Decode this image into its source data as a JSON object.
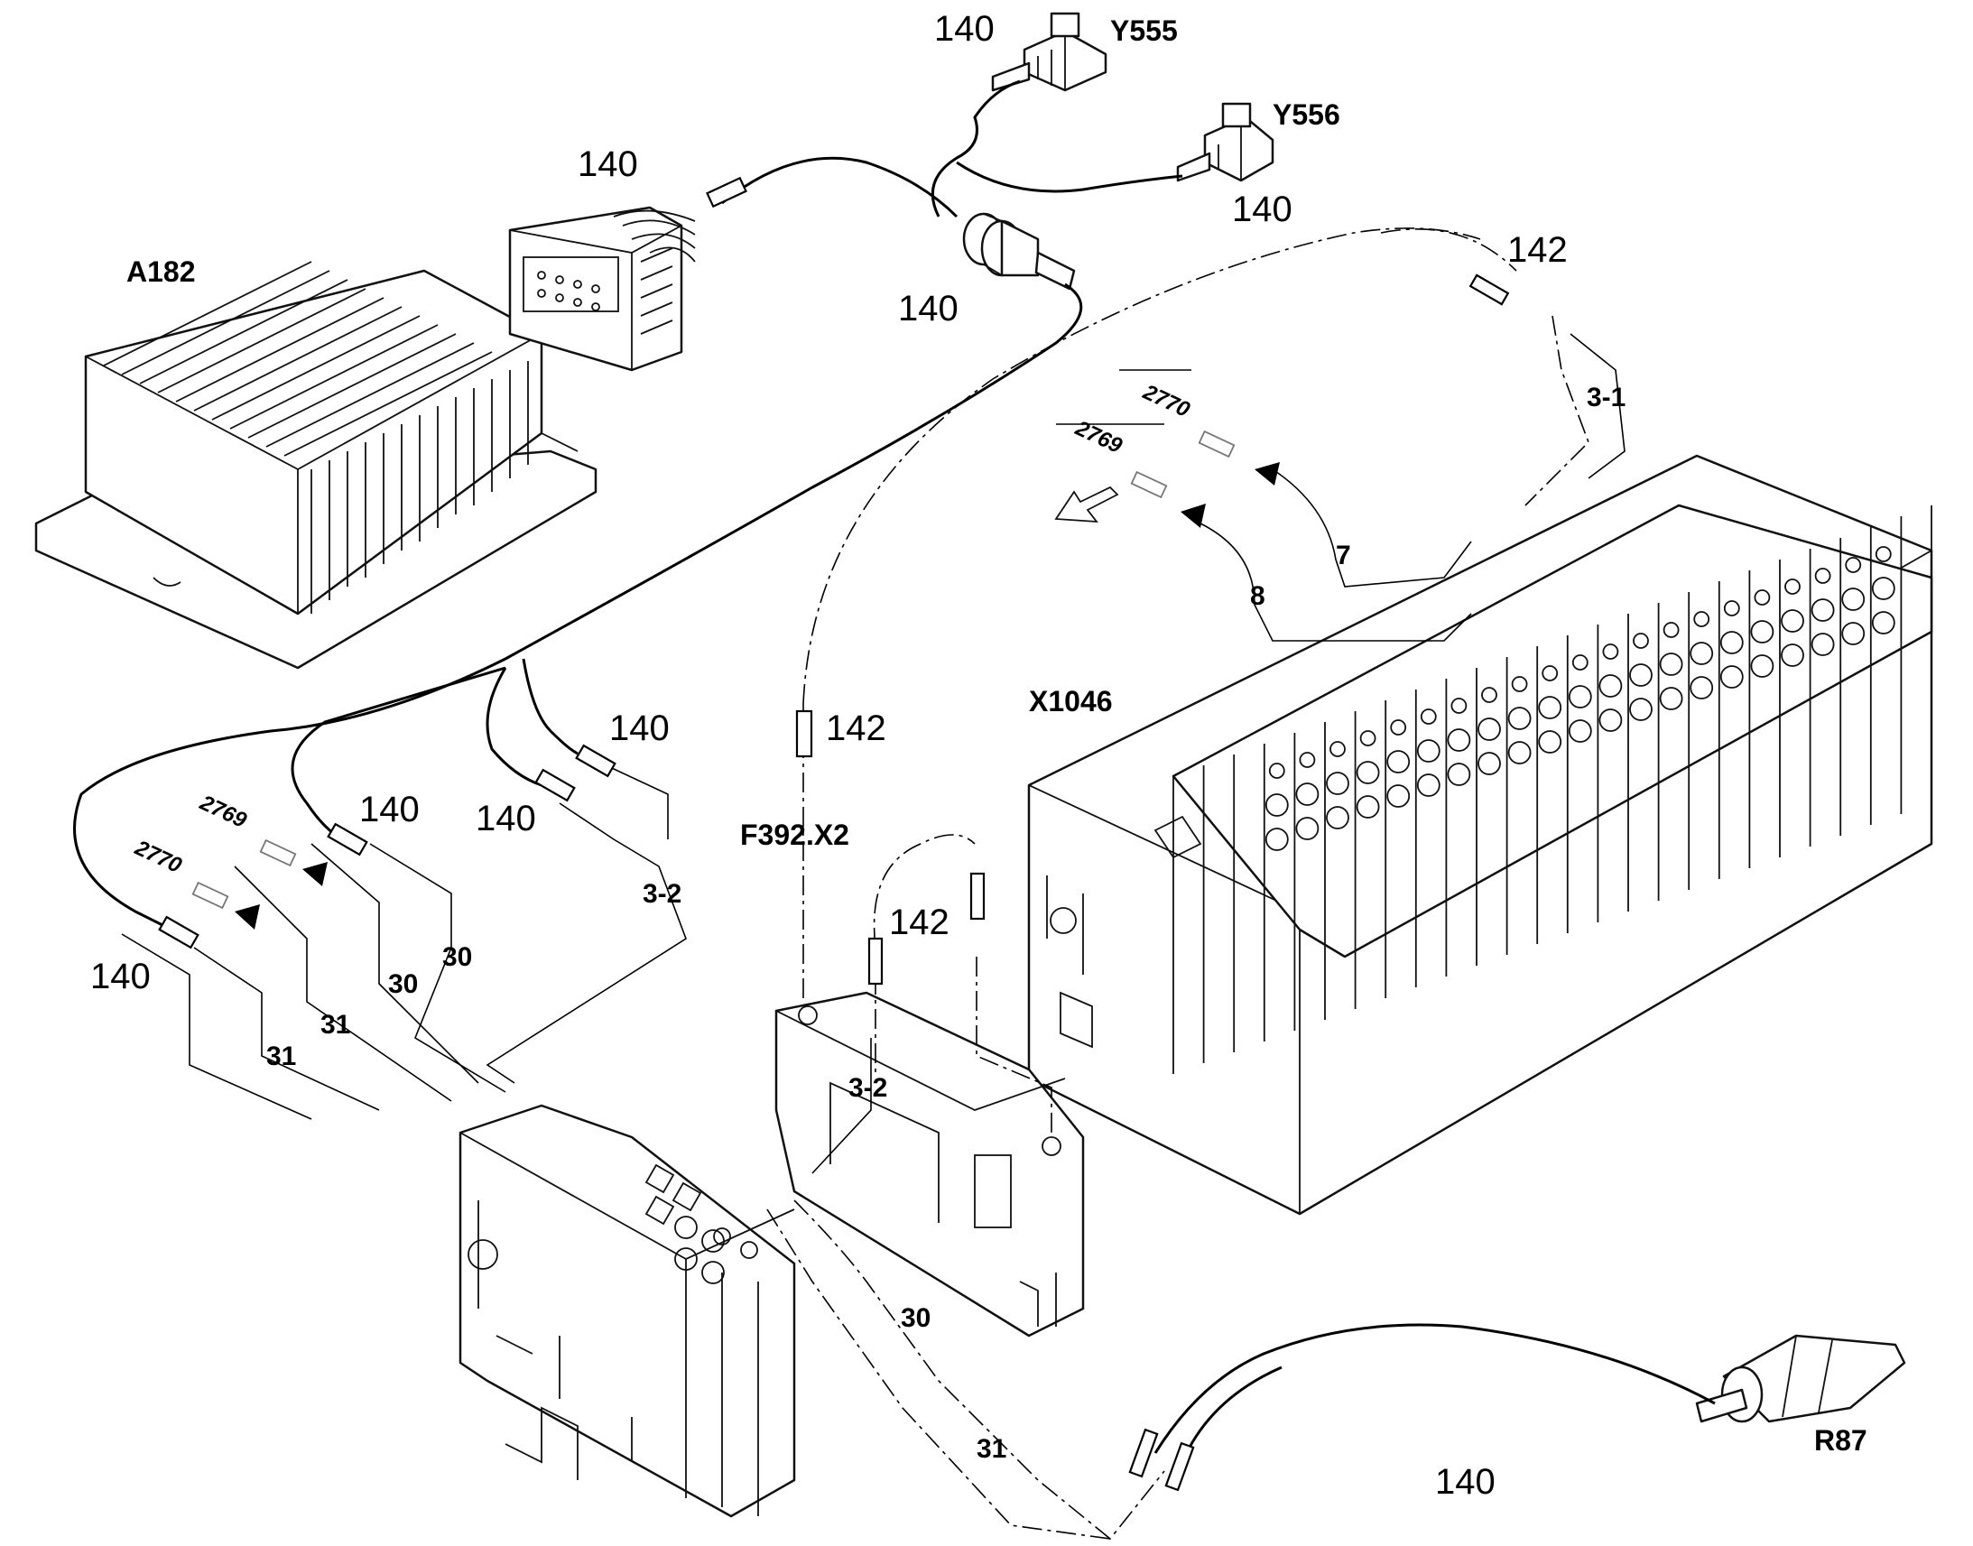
{
  "components": {
    "a182": "A182",
    "y555": "Y555",
    "y556": "Y556",
    "x1046": "X1046",
    "f392_x2": "F392.X2",
    "r87": "R87"
  },
  "cable_refs": {
    "c140_y555": "140",
    "c140_a182": "140",
    "c140_gland": "140",
    "c140_y556": "140",
    "c142_top": "142",
    "c142_mid": "142",
    "c142_lower": "142",
    "c140_left_a": "140",
    "c140_left_b": "140",
    "c140_left_c": "140",
    "c140_left_d": "140",
    "c140_r87": "140"
  },
  "wire_ids": {
    "w2770_top": "2770",
    "w2769_top": "2769",
    "w2769_left": "2769",
    "w2770_left": "2770"
  },
  "terminal_refs": {
    "t3_1": "3-1",
    "t7": "7",
    "t8": "8",
    "t3_2_left": "3-2",
    "t30_a": "30",
    "t30_b": "30",
    "t31_a": "31",
    "t31_b": "31",
    "t3_2_mid": "3-2",
    "t30_low": "30",
    "t31_low": "31"
  }
}
